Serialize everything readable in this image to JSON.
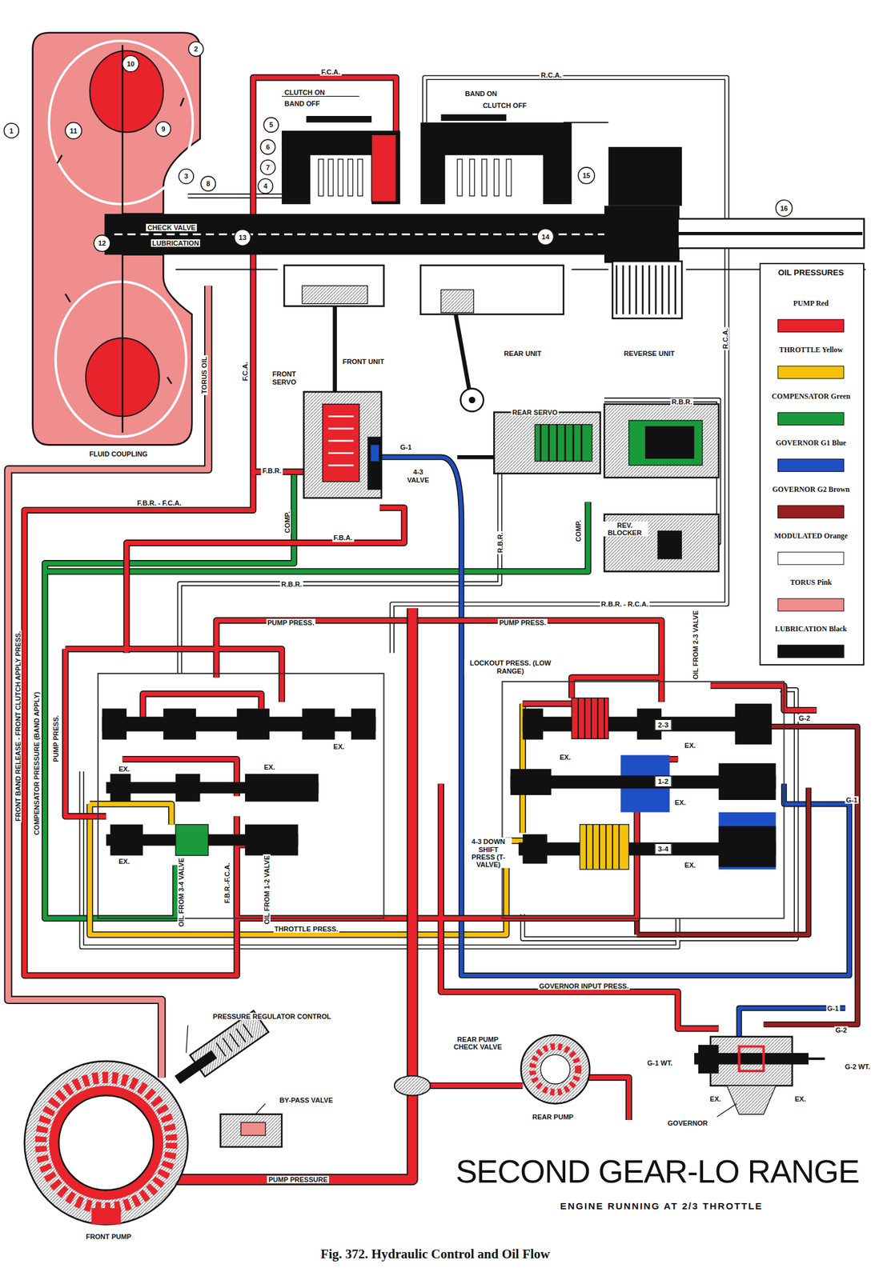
{
  "diagram": {
    "title": "SECOND GEAR-LO RANGE",
    "caption": "Fig. 372. Hydraulic Control and Oil Flow",
    "nodes": [
      {
        "text": [
          "2-3"
        ]
      },
      {
        "text": [
          "1-2"
        ]
      },
      {
        "text": [
          "3-4"
        ]
      }
    ],
    "labels": [
      "1",
      "2",
      "3",
      "4",
      "5",
      "6",
      "7",
      "8",
      "9",
      "10",
      "11",
      "12",
      "13",
      "14",
      "15",
      "16",
      "F.C.A.",
      "R.C.A.",
      "CLUTCH ON",
      "BAND OFF",
      "BAND ON",
      "CLUTCH OFF",
      "CHECK VALVE",
      "LUBRICATION",
      "TORUS OIL",
      "F.C.A.",
      "FRONT UNIT",
      "REAR UNIT",
      "REVERSE UNIT",
      "FLUID COUPLING",
      "FRONT SERVO",
      "G-1",
      "4-3 VALVE",
      "F.B.R.",
      "F.B.R. - F.C.A.",
      "COMP.",
      "F.B.A.",
      "REAR SERVO",
      "R.B.R.",
      "R.B.R.",
      "COMP.",
      "REV. BLOCKER",
      "R.C.A.",
      "R.B.R.",
      "R.B.R. - R.C.A.",
      "PUMP PRESS.",
      "PUMP PRESS.",
      "FRONT BAND RELEASE - FRONT CLUTCH APPLY PRESS.",
      "COMPENSATOR PRESSURE (BAND APPLY)",
      "PUMP PRESS.",
      "LOCKOUT PRESS. (LOW RANGE)",
      "OIL FROM 2-3 VALVE",
      "EX.",
      "EX.",
      "EX.",
      "EX.",
      "EX.",
      "EX.",
      "EX.",
      "EX.",
      "G-2",
      "G-1",
      "4-3 DOWN SHIFT PRESS (T-VALVE)",
      "OIL FROM 3-4 VALVE",
      "F.B.R.-F.C.A.",
      "OIL FROM 1-2 VALVE",
      "THROTTLE PRESS.",
      "GOVERNOR INPUT PRESS.",
      "G-1",
      "G-2",
      "G-1 WT.",
      "G-2 WT.",
      "EX.",
      "EX.",
      "GOVERNOR",
      "PRESSURE REGULATOR CONTROL",
      "BY-PASS VALVE",
      "PUMP PRESSURE",
      "REAR PUMP CHECK VALVE",
      "REAR PUMP",
      "FRONT PUMP",
      "OIL PRESSURES",
      "ENGINE RUNNING AT 2/3 THROTTLE"
    ],
    "legend": [
      {
        "text": "PUMP Red",
        "color": "#e8232b"
      },
      {
        "text": "THROTTLE Yellow",
        "color": "#f4c20d"
      },
      {
        "text": "COMPENSATOR Green",
        "color": "#1a9a3a"
      },
      {
        "text": "GOVERNOR G1 Blue",
        "color": "#1f4fc4"
      },
      {
        "text": "GOVERNOR G2 Brown",
        "color": "#9a1f1f"
      },
      {
        "text": "MODULATED Orange",
        "color": "#ffffff"
      },
      {
        "text": "TORUS Pink",
        "color": "#f08d8d"
      },
      {
        "text": "LUBRICATION Black",
        "color": "#111111"
      }
    ]
  }
}
